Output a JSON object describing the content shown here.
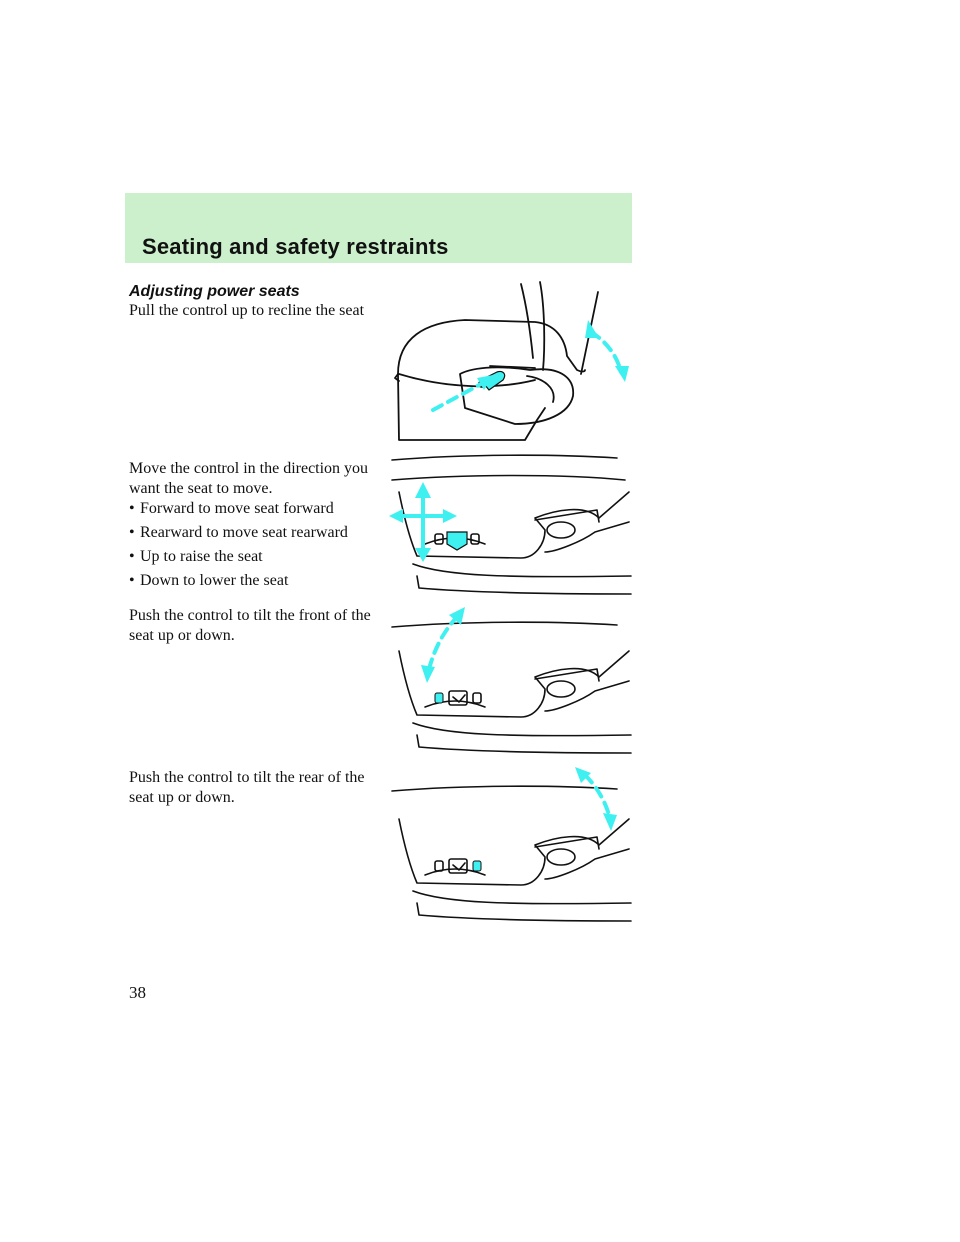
{
  "header": {
    "title": "Seating and safety restraints"
  },
  "section": {
    "heading": "Adjusting power seats"
  },
  "paragraphs": {
    "recline": "Pull the control up to recline the seat",
    "move": "Move the control in the direction you want the seat to move.",
    "tilt_front": "Push the control to tilt the front of the seat up or down.",
    "tilt_rear": "Push the control to tilt the rear of the seat up or down."
  },
  "bullets": [
    "Forward to move seat forward",
    "Rearward to move seat rearward",
    "Up to raise the seat",
    "Down to lower the seat"
  ],
  "bullet_symbol": "•",
  "page_number": "38",
  "colors": {
    "header_band": "#ccf0cc",
    "arrow_accent": "#3ff0f0",
    "line_art": "#111111"
  }
}
